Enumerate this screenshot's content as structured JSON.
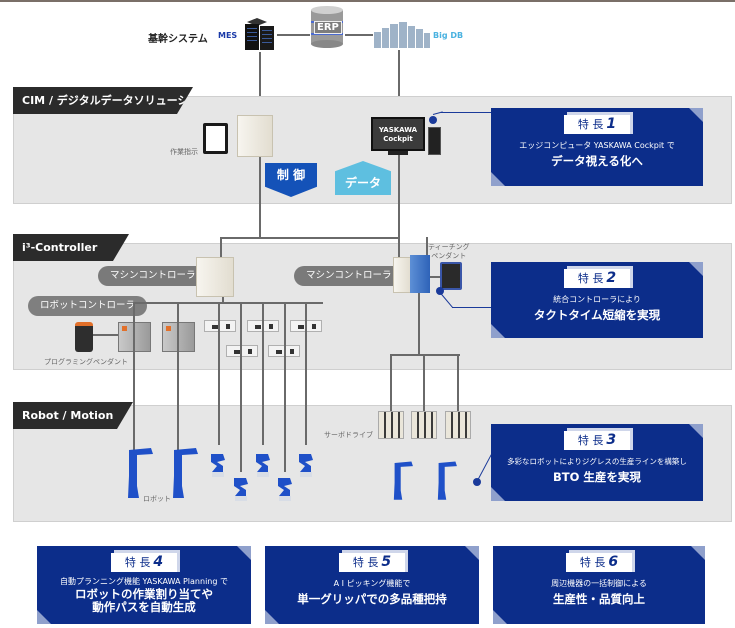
{
  "header": {
    "core_systems_label": "基幹システム",
    "mes_label": "MES",
    "erp_label": "ERP",
    "bigdb_label": "Big DB"
  },
  "sections": {
    "cim": {
      "title": "CIM / デジタルデータソリューション",
      "work_instruction_label": "作業指示",
      "cockpit_screen_line1": "YASKAWA",
      "cockpit_screen_line2": "Cockpit",
      "control_tag": "制 御",
      "data_tag": "データ"
    },
    "controller": {
      "title": "i³-Controller",
      "machine_controller_left": "マシンコントローラ",
      "machine_controller_right": "マシンコントローラ",
      "robot_controller": "ロボットコントローラ",
      "programming_pendant_label": "プログラミングペンダント",
      "teaching_pendant_label_line1": "ティーチング",
      "teaching_pendant_label_line2": "ペンダント"
    },
    "robot": {
      "title": "Robot / Motion",
      "robot_label": "ロボット",
      "servo_drive_label": "サーボドライブ"
    }
  },
  "features": [
    {
      "badge": "特 長",
      "number": "1",
      "sub": "エッジコンピュータ YASKAWA Cockpit で",
      "main_line1": "データ視える化へ",
      "main_line2": ""
    },
    {
      "badge": "特 長",
      "number": "2",
      "sub": "統合コントローラにより",
      "main_line1": "タクトタイム短縮を実現",
      "main_line2": ""
    },
    {
      "badge": "特 長",
      "number": "3",
      "sub": "多彩なロボットによりジグレスの生産ラインを構築し",
      "main_line1": "BTO 生産を実現",
      "main_line2": ""
    },
    {
      "badge": "特 長",
      "number": "4",
      "sub": "自動プランニング機能 YASKAWA Planning で",
      "main_line1": "ロボットの作業割り当てや",
      "main_line2": "動作パスを自動生成"
    },
    {
      "badge": "特 長",
      "number": "5",
      "sub": "A I ピッキング機能で",
      "main_line1": "単一グリッパでの多品種把持",
      "main_line2": ""
    },
    {
      "badge": "特 長",
      "number": "6",
      "sub": "周辺機器の一括制御による",
      "main_line1": "生産性・品質向上",
      "main_line2": ""
    }
  ],
  "colors": {
    "feature_bg": "#0c2d8a",
    "control_tag": "#1452b8",
    "data_tag": "#5ebfe0",
    "section_bg": "#e6e6e6",
    "tab_bg": "#2b2b2b"
  }
}
